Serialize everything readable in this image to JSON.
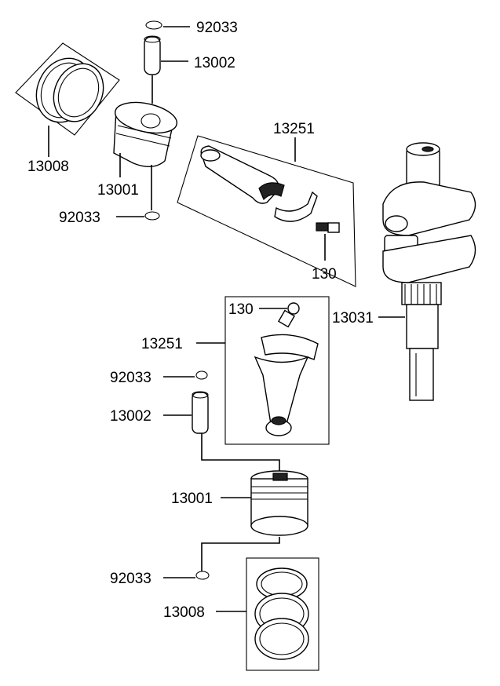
{
  "labels": {
    "clip_top": "92033",
    "pin_top": "13002",
    "rings_top": "13008",
    "piston_top": "13001",
    "clip_mid_left": "92033",
    "conrod_top": "13251",
    "bolt_top": "130",
    "crankshaft": "13031",
    "bolt_box": "130",
    "conrod_box": "13251",
    "clip_lower": "92033",
    "pin_lower": "13002",
    "piston_lower": "13001",
    "clip_bottom": "92033",
    "rings_bottom": "13008"
  },
  "colors": {
    "ink": "#000000",
    "paper": "#ffffff"
  }
}
